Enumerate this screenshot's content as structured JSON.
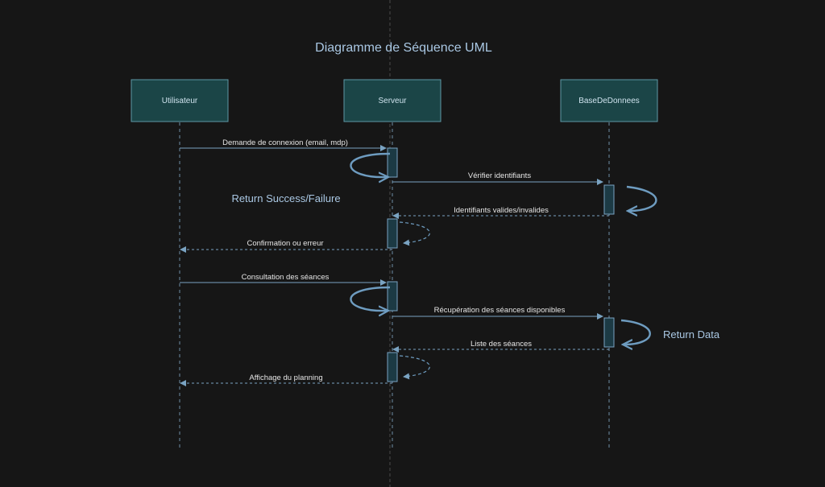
{
  "diagram": {
    "title": "Diagramme de Séquence UML",
    "participants": [
      {
        "id": "user",
        "label": "Utilisateur"
      },
      {
        "id": "server",
        "label": "Serveur"
      },
      {
        "id": "db",
        "label": "BaseDeDonnees"
      }
    ],
    "messages": [
      {
        "label": "Demande de connexion (email, mdp)",
        "style": "solid"
      },
      {
        "label": "Vérifier identifiants",
        "style": "solid"
      },
      {
        "label": "Identifiants valides/invalides",
        "style": "dashed"
      },
      {
        "label": "Confirmation ou erreur",
        "style": "dashed"
      },
      {
        "label": "Consultation des séances",
        "style": "solid"
      },
      {
        "label": "Récupération des séances disponibles",
        "style": "solid"
      },
      {
        "label": "Liste des séances",
        "style": "dashed"
      },
      {
        "label": "Affichage du planning",
        "style": "dashed"
      }
    ],
    "notes": [
      "Return Success/Failure",
      "Return Data"
    ],
    "colors": {
      "background": "#161616",
      "box_fill": "#1b4547",
      "box_stroke": "#5f98a6",
      "line": "#7aa3c2",
      "title": "#aac8e4"
    }
  }
}
